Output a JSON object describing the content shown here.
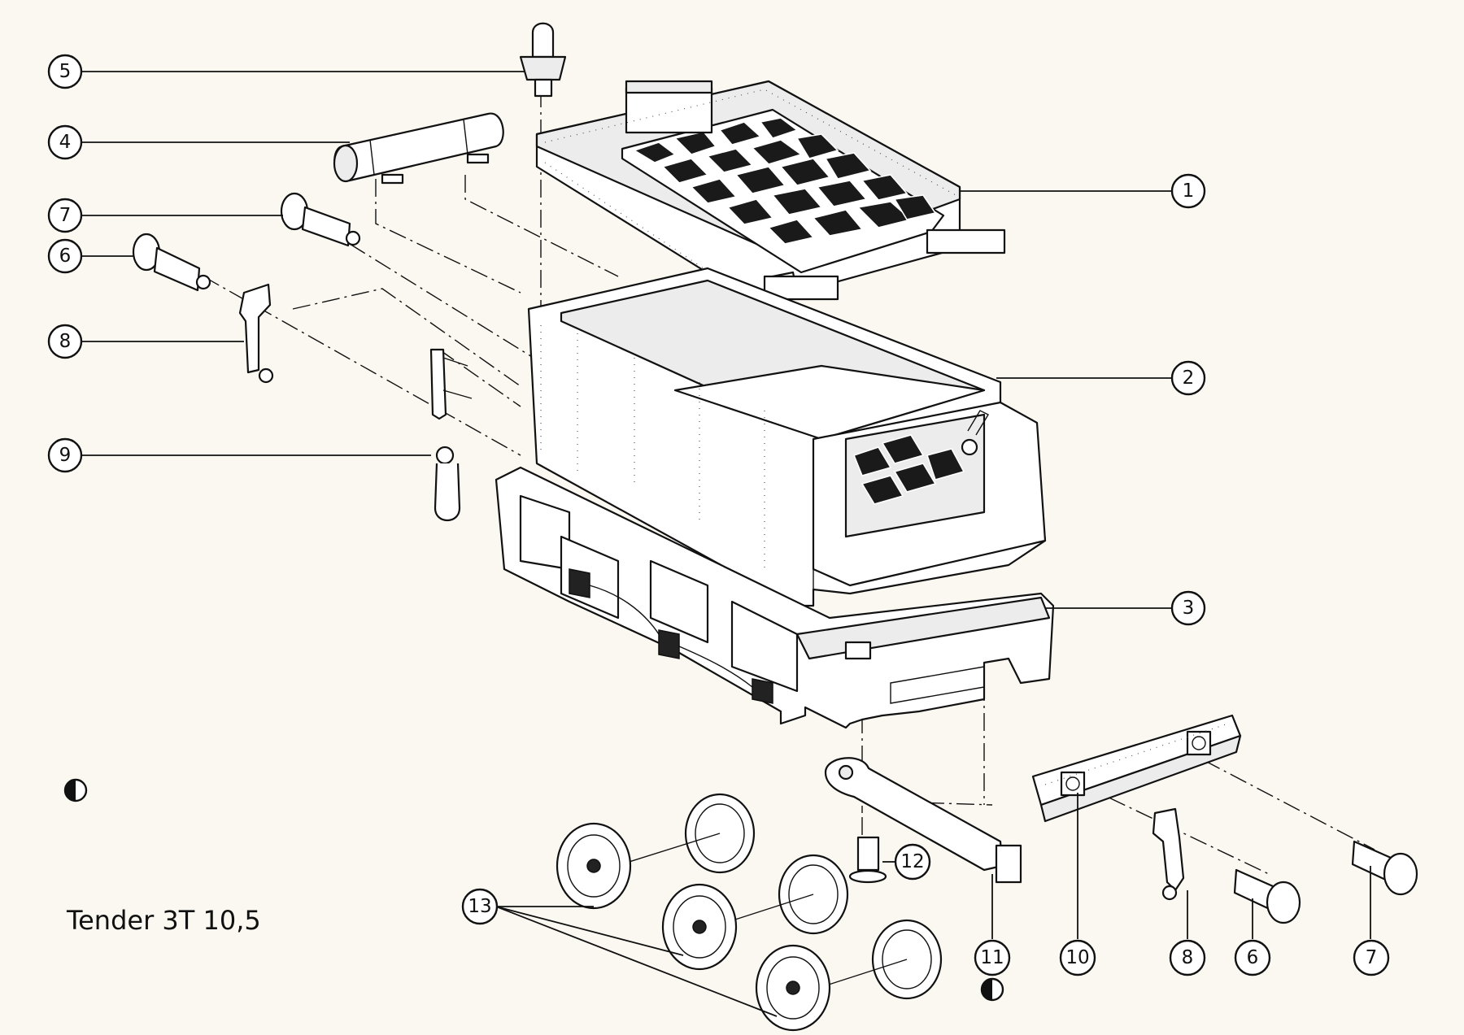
{
  "title": "Tender 3T 10,5",
  "colors": {
    "ink": "#111111",
    "paper": "#fbf8f1"
  },
  "symbols": [
    "half-filled-circle-icon",
    "half-filled-circle-icon"
  ],
  "callouts": [
    {
      "id": "c5",
      "label": "5"
    },
    {
      "id": "c4",
      "label": "4"
    },
    {
      "id": "c7a",
      "label": "7"
    },
    {
      "id": "c6a",
      "label": "6"
    },
    {
      "id": "c8a",
      "label": "8"
    },
    {
      "id": "c9",
      "label": "9"
    },
    {
      "id": "c1",
      "label": "1"
    },
    {
      "id": "c2",
      "label": "2"
    },
    {
      "id": "c3",
      "label": "3"
    },
    {
      "id": "c12",
      "label": "12"
    },
    {
      "id": "c13",
      "label": "13"
    },
    {
      "id": "c11",
      "label": "11"
    },
    {
      "id": "c10",
      "label": "10"
    },
    {
      "id": "c8b",
      "label": "8"
    },
    {
      "id": "c6b",
      "label": "6"
    },
    {
      "id": "c7b",
      "label": "7"
    }
  ]
}
